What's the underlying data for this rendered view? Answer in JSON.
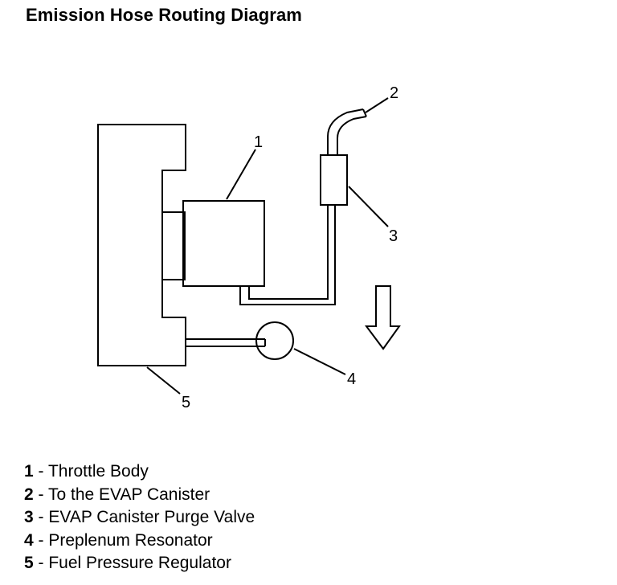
{
  "title": "Emission Hose Routing Diagram",
  "callouts": {
    "c1": "1",
    "c2": "2",
    "c3": "3",
    "c4": "4",
    "c5": "5"
  },
  "legend": [
    {
      "number": "1",
      "separator": " - ",
      "text": "Throttle Body"
    },
    {
      "number": "2",
      "separator": " - ",
      "text": "To the EVAP Canister"
    },
    {
      "number": "3",
      "separator": " - ",
      "text": "EVAP Canister Purge Valve"
    },
    {
      "number": "4",
      "separator": " - ",
      "text": "Preplenum Resonator"
    },
    {
      "number": "5",
      "separator": " - ",
      "text": "Fuel Pressure Regulator"
    }
  ],
  "icons": {
    "direction": "arrow-down-icon"
  }
}
